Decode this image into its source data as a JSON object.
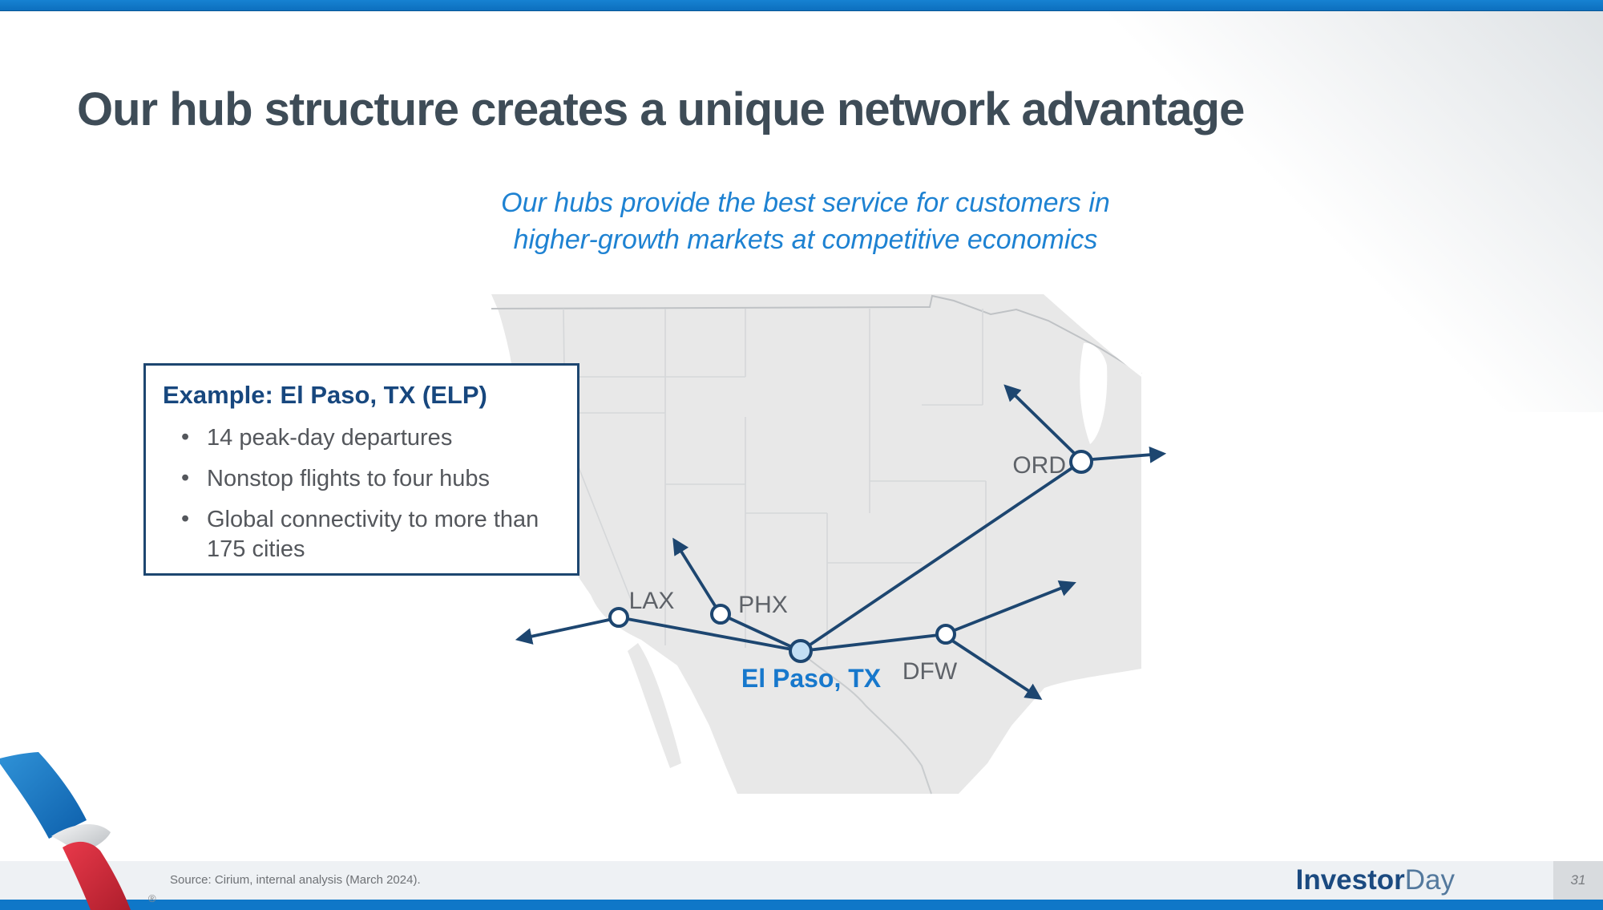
{
  "slide": {
    "title": "Our hub structure creates a unique network advantage",
    "subtitle_line1": "Our hubs provide the best service for customers in",
    "subtitle_line2": "higher-growth markets at competitive economics",
    "source": "Source: Cirium, internal analysis (March 2024).",
    "page_number": "31",
    "brand": {
      "investor": "Investor",
      "day": "Day",
      "registered_mark": "®"
    }
  },
  "example_box": {
    "title": "Example: El Paso, TX (ELP)",
    "bullets": [
      "14 peak-day departures",
      "Nonstop flights to four hubs",
      "Global connectivity to more than 175 cities"
    ]
  },
  "map": {
    "focus_city": {
      "code": "ELP",
      "label": "El Paso, TX"
    },
    "hubs": [
      {
        "code": "LAX"
      },
      {
        "code": "PHX"
      },
      {
        "code": "DFW"
      },
      {
        "code": "ORD"
      }
    ]
  },
  "colors": {
    "accent_blue": "#0f77c8",
    "navy": "#1d4670",
    "focus_city_blue": "#1778cc",
    "focus_node_fill": "#c3dff4",
    "title_gray": "#3e4c57",
    "subtitle_blue": "#1e82d2",
    "body_gray": "#54575c",
    "hub_label_gray": "#5e6268",
    "map_land_gray": "#e8e8e8",
    "footer_bg": "#eef1f4",
    "page_box_gray": "#d8dbde"
  }
}
